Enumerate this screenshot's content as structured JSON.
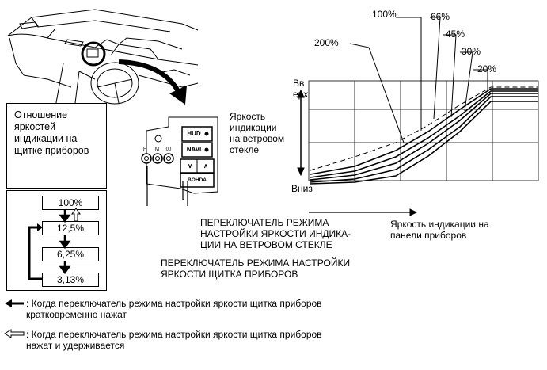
{
  "ratio_panel": {
    "title": "Отношение\nяркостей\nиндикации на\nщитке приборов",
    "steps": [
      "100%",
      "12,5%",
      "6,25%",
      "3,13%"
    ]
  },
  "controls": {
    "hud_button": "HUD",
    "navi_button": "NAVI",
    "knob_labels": [
      "H",
      "M",
      ":00"
    ],
    "down_arrow_label": "∨",
    "up_arrow_label": "∧",
    "shda_label": "ВΩHDA"
  },
  "callouts": {
    "windshield_switch": "ПЕРЕКЛЮЧАТЕЛЬ РЕЖИМА\nНАСТРОЙКИ ЯРКОСТИ ИНДИКА-\nЦИИ НА ВЕТРОВОМ СТЕКЛЕ",
    "panel_switch": "ПЕРЕКЛЮЧАТЕЛЬ РЕЖИМА НАСТРОЙКИ\nЯРКОСТИ ЩИТКА ПРИБОРОВ"
  },
  "legend": {
    "short_press": ": Когда переключатель режима настройки яркости щитка приборов\nкратковременно нажат",
    "hold": ": Когда переключатель режима настройки яркости щитка приборов\nнажат и удерживается"
  },
  "chart_data": {
    "type": "line",
    "ylabel": "Яркость\nиндикации\nна ветровом\nстекле",
    "xlabel": "Яркость индикации на\nпанели приборов",
    "y_top_label": "Вв\nерх",
    "y_bottom_label": "Вниз",
    "grid": true,
    "series": [
      {
        "name": "200%",
        "style": "dashed"
      },
      {
        "name": "100%",
        "style": "solid"
      },
      {
        "name": "66%",
        "style": "solid"
      },
      {
        "name": "45%",
        "style": "solid"
      },
      {
        "name": "30%",
        "style": "solid"
      },
      {
        "name": "20%",
        "style": "solid"
      }
    ]
  }
}
